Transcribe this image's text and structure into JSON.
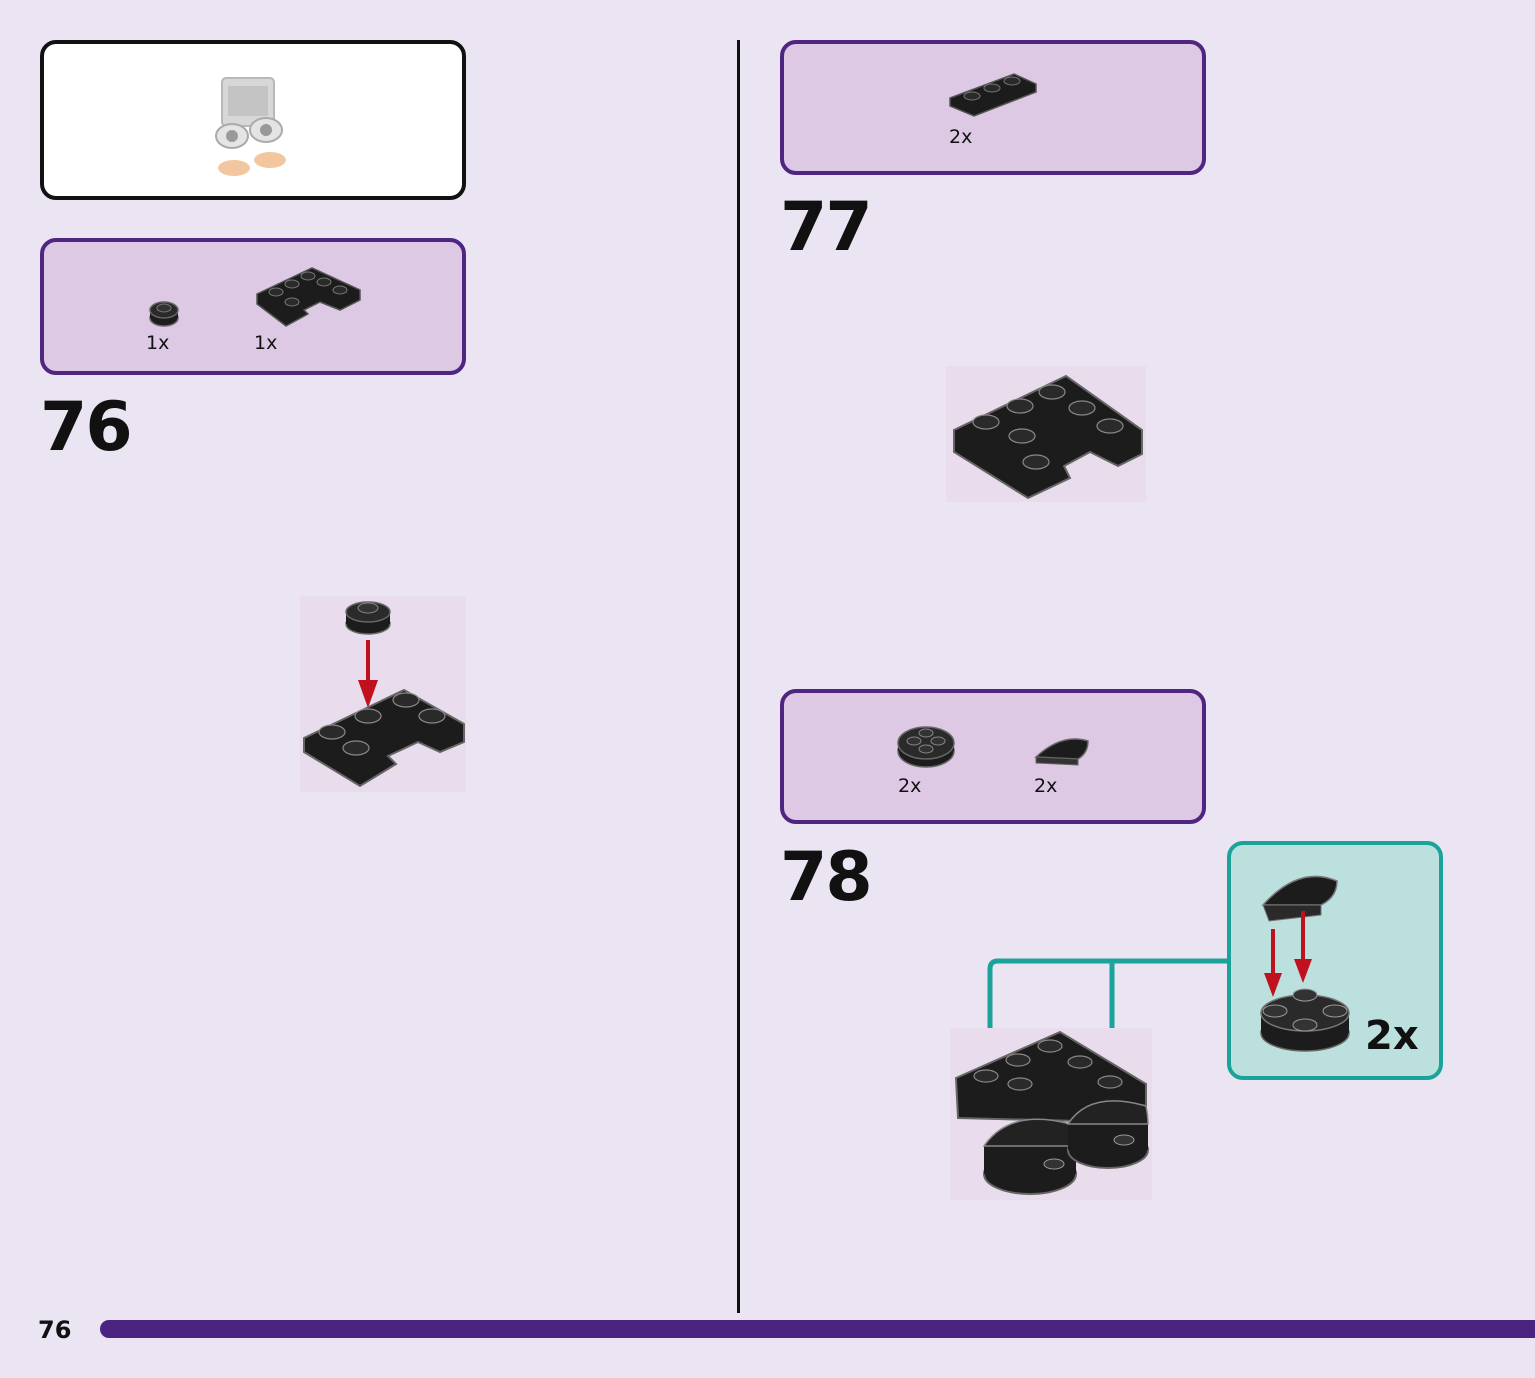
{
  "page_number": "76",
  "steps": [
    {
      "number": "76",
      "parts": [
        {
          "quantity": "1x",
          "part": "round-plate-1x1"
        },
        {
          "quantity": "1x",
          "part": "plate-3x3-cutout"
        }
      ]
    },
    {
      "number": "77",
      "parts": [
        {
          "quantity": "2x",
          "part": "plate-1x3"
        }
      ]
    },
    {
      "number": "78",
      "parts": [
        {
          "quantity": "2x",
          "part": "round-plate-2x2"
        },
        {
          "quantity": "2x",
          "part": "half-circle-tile"
        }
      ],
      "subassembly": {
        "quantity": "2x"
      }
    }
  ],
  "colors": {
    "page_background": "#ebe4f2",
    "parts_box_fill": "#ddc9e3",
    "parts_box_border": "#4e2580",
    "subassembly_fill": "#bce0dd",
    "subassembly_border": "#1aa39a",
    "arrow_red": "#c0111f",
    "brick_black": "#1c1c1c",
    "footer_bar": "#4a2480"
  }
}
